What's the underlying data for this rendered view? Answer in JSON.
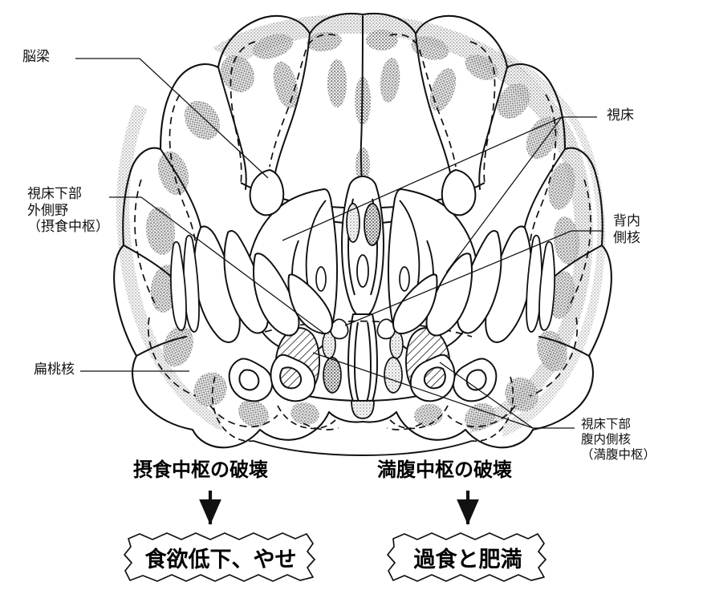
{
  "figure": {
    "type": "anatomical-diagram",
    "subject": "coronal-brain-section-hypothalamus-feeding-centers",
    "language": "ja"
  },
  "labels": {
    "corpus_callosum": "脳梁",
    "hypothalamus_lateral": "視床下部\n外側野\n（摂食中枢）",
    "amygdala": "扁桃核",
    "thalamus": "視床",
    "dorsomedial_nucleus": "背内\n側核",
    "hypothalamus_ventromedial": "視床下部\n腹内側核\n（満腹中枢）"
  },
  "flow": {
    "left": {
      "heading": "摂食中枢の破壊",
      "outcome": "食欲低下、やせ"
    },
    "right": {
      "heading": "満腹中枢の破壊",
      "outcome": "過食と肥満"
    }
  },
  "colors": {
    "ink": "#111111",
    "stipple": "#9a9a9a",
    "hatch": "#222222",
    "paper": "#ffffff"
  }
}
